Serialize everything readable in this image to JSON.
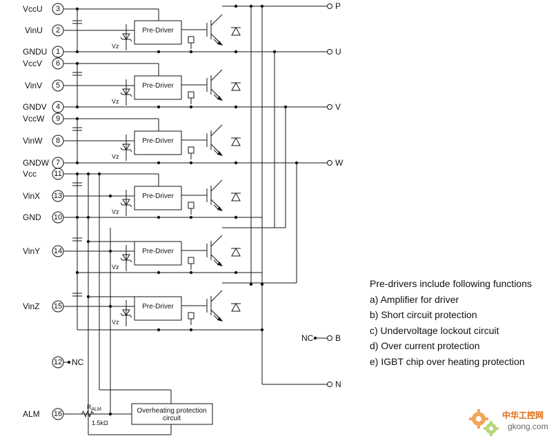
{
  "left_pins": [
    {
      "name": "VccU",
      "num": "3"
    },
    {
      "name": "VinU",
      "num": "2"
    },
    {
      "name": "GNDU",
      "num": "1"
    },
    {
      "name": "VccV",
      "num": "6"
    },
    {
      "name": "VinV",
      "num": "5"
    },
    {
      "name": "GNDV",
      "num": "4"
    },
    {
      "name": "VccW",
      "num": "9"
    },
    {
      "name": "VinW",
      "num": "8"
    },
    {
      "name": "GNDW",
      "num": "7"
    },
    {
      "name": "Vcc",
      "num": "11"
    },
    {
      "name": "VinX",
      "num": "13"
    },
    {
      "name": "GND",
      "num": "10"
    },
    {
      "name": "VinY",
      "num": "14"
    },
    {
      "name": "VinZ",
      "num": "15"
    },
    {
      "name": "NC",
      "num": "12"
    },
    {
      "name": "ALM",
      "num": "16"
    }
  ],
  "right_terminals": [
    "P",
    "U",
    "V",
    "W",
    "B",
    "N"
  ],
  "nc_label": "NC",
  "predriver_label": "Pre-Driver",
  "zener_label": "Vz",
  "overheat": {
    "line1": "Overheating protection",
    "line2": "circuit"
  },
  "ralm": {
    "r": "R",
    "sub": "ALM",
    "value": "1.5kΩ"
  },
  "notes": {
    "heading": "Pre-drivers include following functions",
    "items": [
      "a) Amplifier for driver",
      "b) Short circuit protection",
      "c) Undervoltage lockout circuit",
      "d) Over current protection",
      "e) IGBT chip over heating protection"
    ]
  },
  "watermark": {
    "line1": "中华工控网",
    "line2": "gkong.com"
  }
}
